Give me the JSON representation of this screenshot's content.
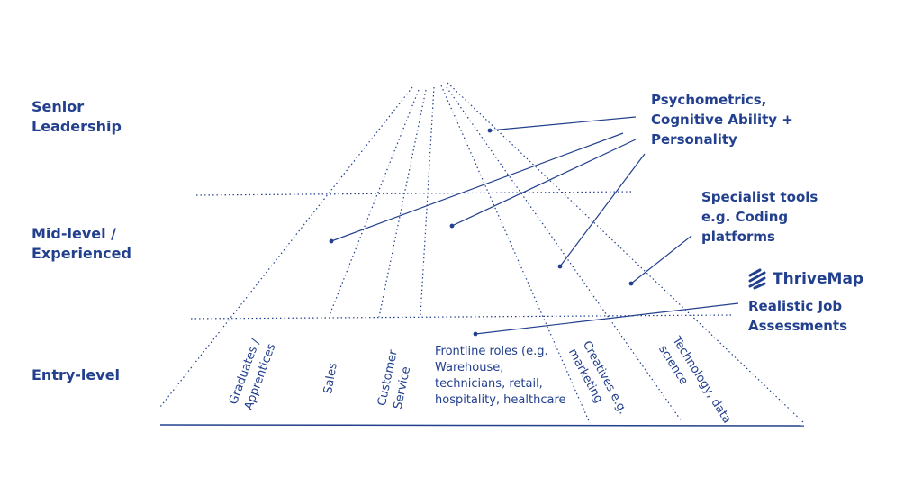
{
  "levels": {
    "senior": [
      "Senior",
      "Leadership"
    ],
    "mid": [
      "Mid-level /",
      "Experienced"
    ],
    "entry": "Entry-level"
  },
  "callouts": {
    "psychometrics": [
      "Psychometrics,",
      "Cognitive Ability +",
      "Personality"
    ],
    "specialist": [
      "Specialist tools",
      "e.g. Coding",
      "platforms"
    ],
    "brand": "ThriveMap",
    "realistic": [
      "Realistic Job",
      "Assessments"
    ]
  },
  "roles": {
    "graduates": [
      "Graduates /",
      "Apprentices"
    ],
    "sales": "Sales",
    "customer_service": [
      "Customer",
      "Service"
    ],
    "frontline": [
      "Frontline roles (e.g.",
      "Warehouse,",
      "technicians, retail,",
      "hospitality, healthcare"
    ],
    "creatives": [
      "Creatives e.g.",
      "marketing"
    ],
    "technology": [
      "Technology, data",
      "science"
    ]
  },
  "icons": {
    "brand_logo": "thrivemap-logo-icon"
  },
  "colors": {
    "ink": "#23408e"
  }
}
